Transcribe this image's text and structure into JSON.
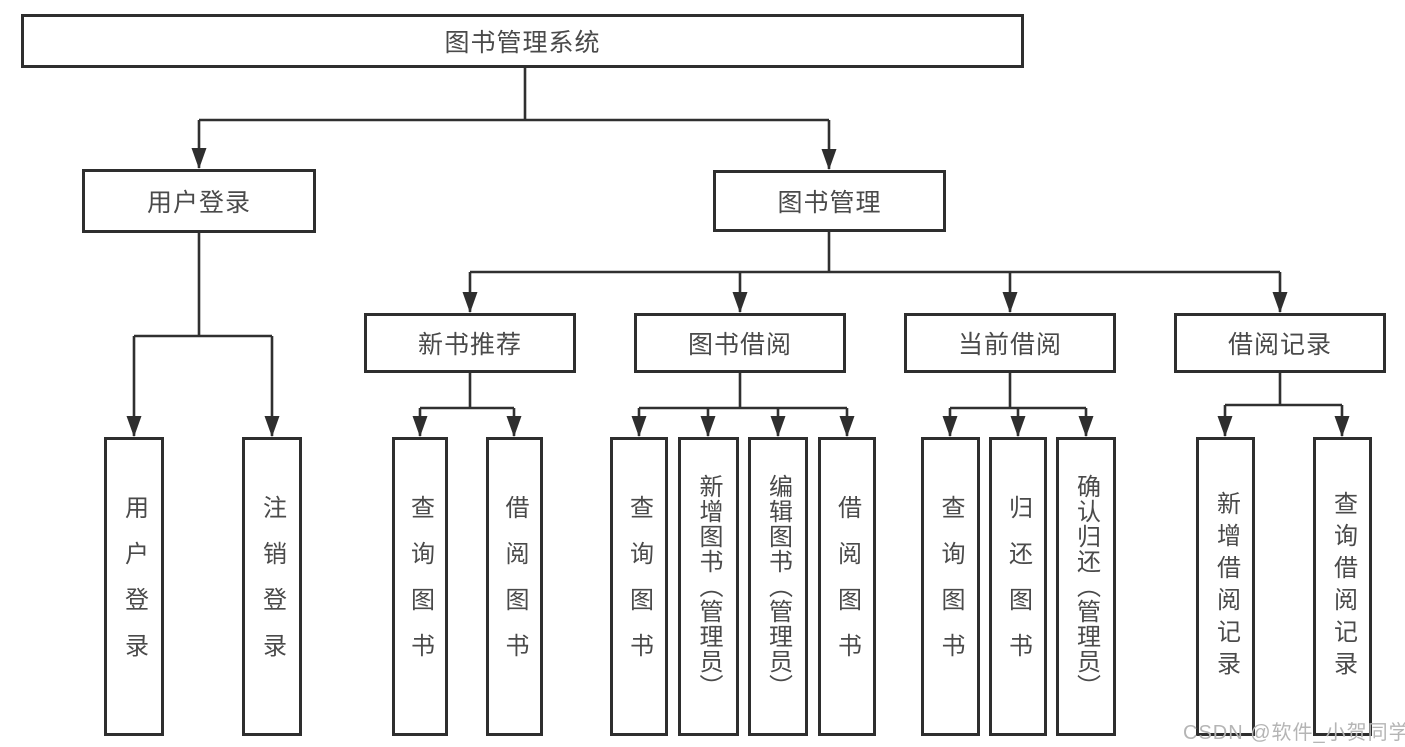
{
  "diagram_title": "图书管理系统",
  "nodes": {
    "root": "图书管理系统",
    "l2": [
      "用户登录",
      "图书管理"
    ],
    "l3": [
      "新书推荐",
      "图书借阅",
      "当前借阅",
      "借阅记录"
    ],
    "leaves": [
      "用户登录",
      "注销登录",
      "查询图书",
      "借阅图书",
      "查询图书",
      "新增图书（管理员）",
      "编辑图书（管理员）",
      "借阅图书",
      "查询图书",
      "归还图书",
      "确认归还（管理员）",
      "新增借阅记录",
      "查询借阅记录"
    ]
  },
  "watermark": "CSDN @软件_小贺同学",
  "colors": {
    "line": "#303030",
    "box_border": "#2e2e2e",
    "box_background": "#ffffff",
    "text": "#4a4a4a",
    "watermark": "#b5b5b5"
  }
}
